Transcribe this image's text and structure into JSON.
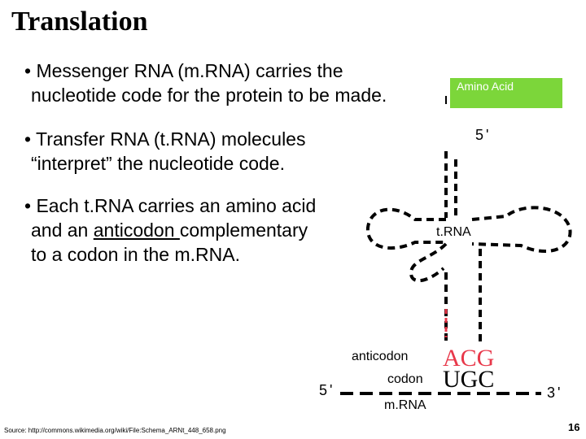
{
  "slide": {
    "title": "Translation",
    "bullets": [
      {
        "line1": "• Messenger RNA (m.RNA) carries the",
        "line2": "nucleotide code for the protein to be made."
      },
      {
        "line1": "• Transfer RNA (t.RNA) molecules",
        "line2": "“interpret” the nucleotide code."
      },
      {
        "line1": "• Each t.RNA carries an amino acid",
        "line2a": "and an ",
        "line2b": "anticodon ",
        "line2c": "complementary",
        "line3": "to a codon in the m.RNA."
      }
    ],
    "page_number": "16",
    "source": "Source: http://commons.wikimedia.org/wiki/File:Schema_ARNt_448_658.png"
  },
  "diagram": {
    "amino_acid": "Amino Acid",
    "five_prime_top": "5'",
    "trna": "t.RNA",
    "anticodon": "anticodon",
    "anticodon_seq": "ACG",
    "codon": "codon",
    "codon_seq": "UGC",
    "five_prime_mrna": "5'",
    "three_prime_mrna": "3'",
    "mrna": "m.RNA",
    "colors": {
      "amino_box": "#7cd63a",
      "anticodon": "#e8384a"
    }
  }
}
